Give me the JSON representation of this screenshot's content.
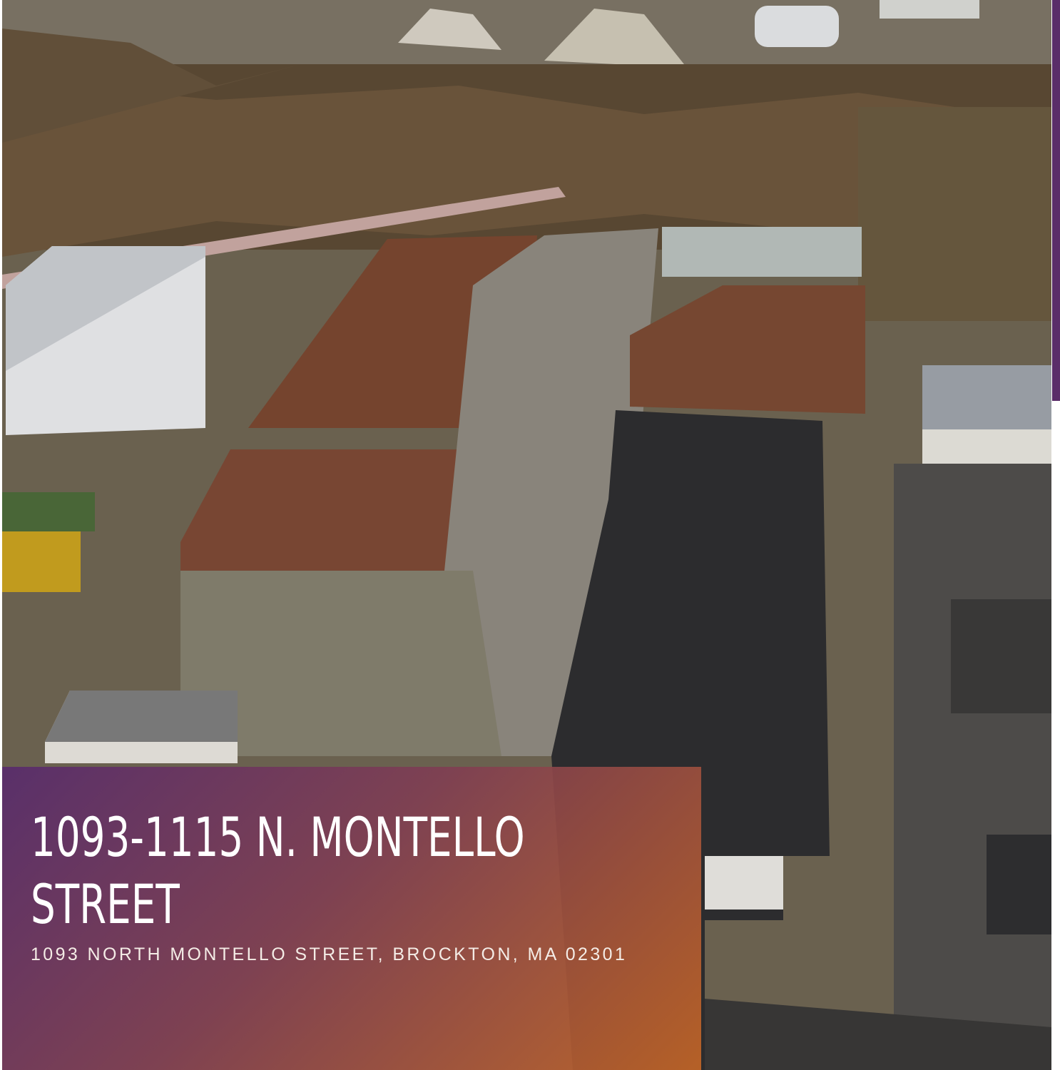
{
  "property": {
    "title": "1093-1115 N. MONTELLO STREET",
    "address": "1093 NORTH MONTELLO STREET, BROCKTON, MA 02301"
  },
  "colors": {
    "accent_purple": "#5a2d69",
    "gradient_start": "#582c6c",
    "gradient_end": "#c46626",
    "text": "#ffffff"
  },
  "image": {
    "subject": "aerial-photo"
  }
}
